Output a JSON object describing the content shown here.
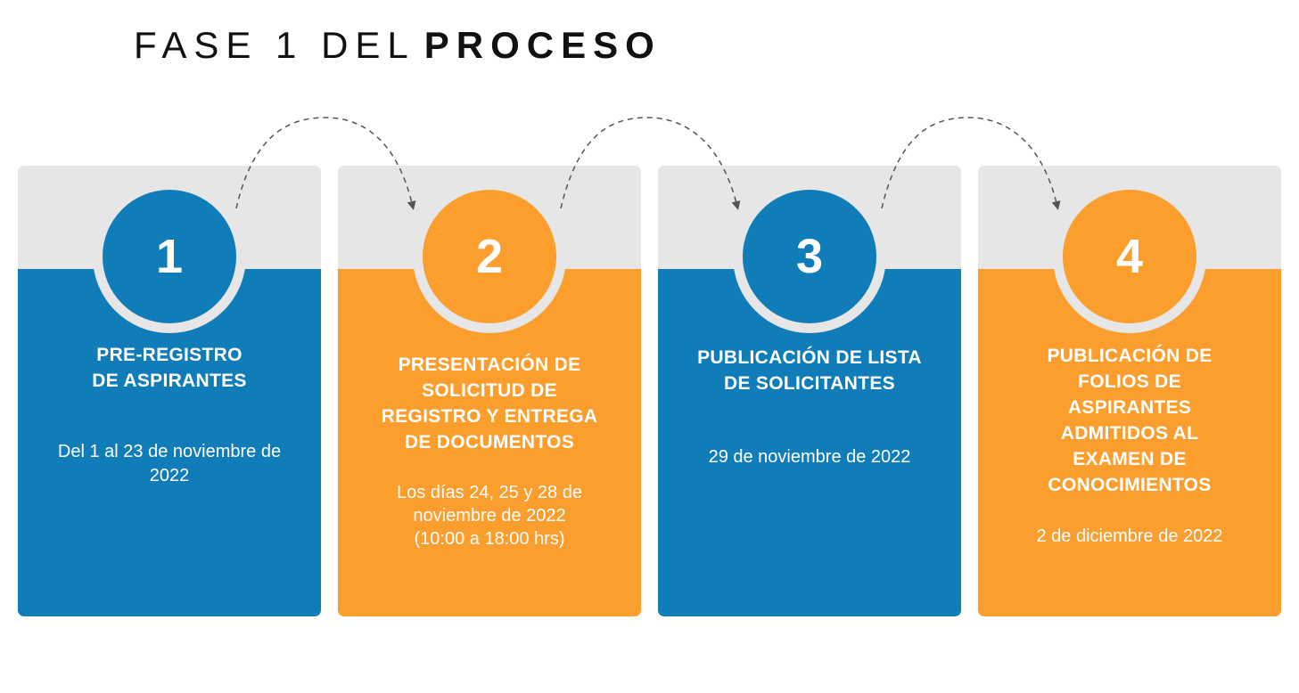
{
  "title": {
    "light": "FASE 1 DEL",
    "bold": "PROCESO"
  },
  "colors": {
    "blue": "#107db8",
    "orange": "#fb9e2d",
    "gray": "#e6e6e6",
    "arrow": "#555555"
  },
  "steps": [
    {
      "number": "1",
      "color": "blue",
      "heading": "PRE-REGISTRO\nDE ASPIRANTES",
      "description": "Del 1 al 23 de noviembre de\n2022"
    },
    {
      "number": "2",
      "color": "orange",
      "heading": "PRESENTACIÓN DE\nSOLICITUD DE\nREGISTRO Y ENTREGA\nDE DOCUMENTOS",
      "description": "Los días 24, 25 y 28 de\nnoviembre de 2022\n(10:00 a 18:00 hrs)"
    },
    {
      "number": "3",
      "color": "blue",
      "heading": "PUBLICACIÓN DE LISTA\nDE SOLICITANTES",
      "description": "29 de noviembre de 2022"
    },
    {
      "number": "4",
      "color": "orange",
      "heading": "PUBLICACIÓN DE\nFOLIOS DE\nASPIRANTES\nADMITIDOS AL\nEXAMEN DE\nCONOCIMIENTOS",
      "description": "2 de diciembre de 2022"
    }
  ]
}
